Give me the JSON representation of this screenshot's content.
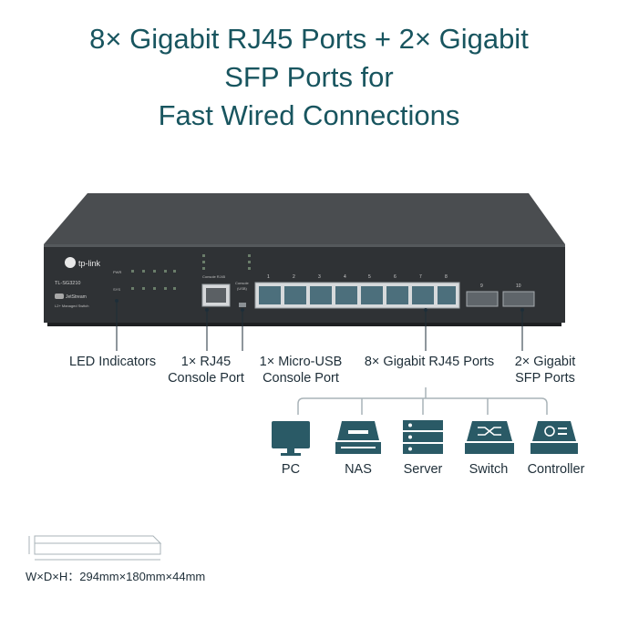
{
  "headline": {
    "line1": "8× Gigabit RJ45 Ports + 2× Gigabit",
    "line2": "SFP Ports for",
    "line3": "Fast Wired Connections"
  },
  "switch": {
    "brand": "tp-link",
    "model": "TL-SG3210",
    "series": "JetStream",
    "subtitle": "L2+ Managed Switch",
    "pwr": "PWR",
    "sys": "SYS",
    "console_rj45": "Console RJ45",
    "console_usb_line1": "Console",
    "console_usb_line2": "(USB)",
    "port_numbers": [
      "1",
      "2",
      "3",
      "4",
      "5",
      "6",
      "7",
      "8"
    ],
    "sfp_numbers": [
      "9",
      "10"
    ]
  },
  "callouts": {
    "led": "LED Indicators",
    "rj45_console_1": "1× RJ45",
    "rj45_console_2": "Console Port",
    "usb_console_1": "1× Micro-USB",
    "usb_console_2": "Console Port",
    "gigabit_ports": "8× Gigabit RJ45 Ports",
    "sfp_1": "2× Gigabit",
    "sfp_2": "SFP Ports"
  },
  "devices": [
    {
      "label": "PC",
      "icon": "monitor-icon"
    },
    {
      "label": "NAS",
      "icon": "nas-icon"
    },
    {
      "label": "Server",
      "icon": "server-icon"
    },
    {
      "label": "Switch",
      "icon": "switch-icon"
    },
    {
      "label": "Controller",
      "icon": "controller-icon"
    }
  ],
  "dimensions": "W×D×H：294mm×180mm×44mm",
  "colors": {
    "headline": "#18555f",
    "icon": "#2a5a66",
    "chassis": "#3a3d40",
    "line": "#a9b3b8"
  }
}
